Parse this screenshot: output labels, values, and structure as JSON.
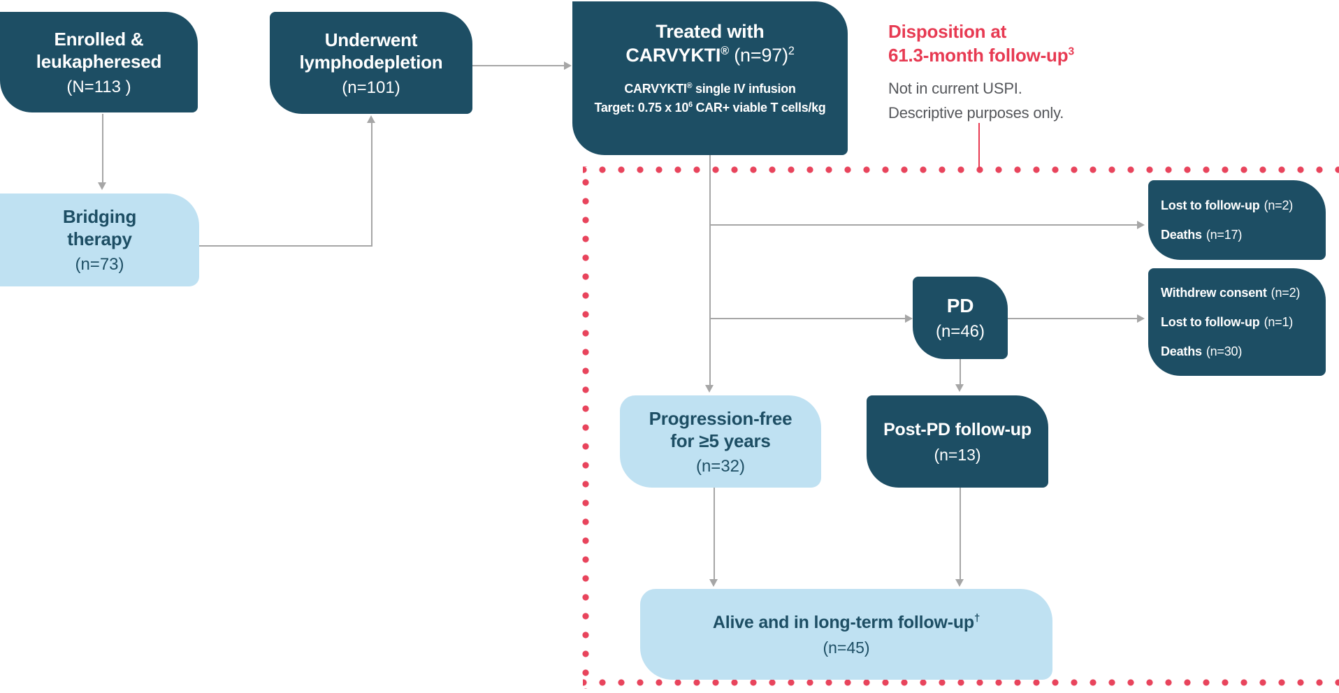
{
  "colors": {
    "dark_teal": "#1d4e64",
    "light_blue": "#bfe1f2",
    "red_accent": "#e73a52",
    "dot_red": "#e8445c",
    "arrow_gray": "#a6a6a6",
    "note_gray": "#54565a"
  },
  "diagram": {
    "enrolled": {
      "line1": "Enrolled &",
      "line2": "leukapheresed",
      "n": "(N=113 )"
    },
    "underwent": {
      "line1": "Underwent",
      "line2": "lymphodepletion",
      "n": "(n=101)"
    },
    "treated": {
      "line1": "Treated with",
      "brand": "CARVYKTI",
      "reg": "®",
      "n": " (n=97)",
      "sup": "2",
      "sub1_brand": "CARVYKTI",
      "sub1_reg": "®",
      "sub1_rest": " single IV infusion",
      "sub2_pre": "Target: 0.75 x 10",
      "sub2_sup": "6",
      "sub2_post": " CAR+ viable T cells/kg"
    },
    "bridging": {
      "line1": "Bridging",
      "line2": "therapy",
      "n": "(n=73)"
    },
    "lost_deaths": {
      "rows": [
        {
          "label": "Lost to follow-up",
          "value": "(n=2)"
        },
        {
          "label": "Deaths",
          "value": "(n=17)"
        }
      ]
    },
    "pd": {
      "title": "PD",
      "n": "(n=46)"
    },
    "withdrew": {
      "rows": [
        {
          "label": "Withdrew consent",
          "value": "(n=2)"
        },
        {
          "label": "Lost to follow-up",
          "value": "(n=1)"
        },
        {
          "label": "Deaths",
          "value": "(n=30)"
        }
      ]
    },
    "progression_free": {
      "line1": "Progression-free",
      "line2": "for ≥5 years",
      "n": "(n=32)"
    },
    "post_pd": {
      "title": "Post-PD follow-up",
      "n": "(n=13)"
    },
    "alive": {
      "title": "Alive and in long-term follow-up",
      "dagger": "†",
      "n": "(n=45)"
    },
    "annotation": {
      "heading1": "Disposition at",
      "heading2": "61.3-month follow-up",
      "heading_sup": "3",
      "note1": "Not in current USPI.",
      "note2": "Descriptive purposes only."
    }
  }
}
